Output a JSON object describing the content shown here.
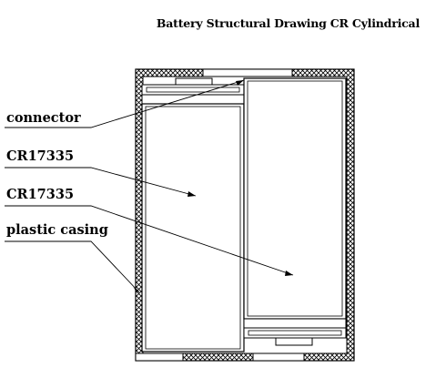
{
  "title": "Battery Structural Drawing CR Cylindrical",
  "labels": {
    "connector": "connector",
    "cell_top": "CR17335",
    "cell_bottom": "CR17335",
    "casing": "plastic casing"
  },
  "colors": {
    "line": "#000000",
    "hatch": "#000000",
    "background": "#ffffff"
  }
}
